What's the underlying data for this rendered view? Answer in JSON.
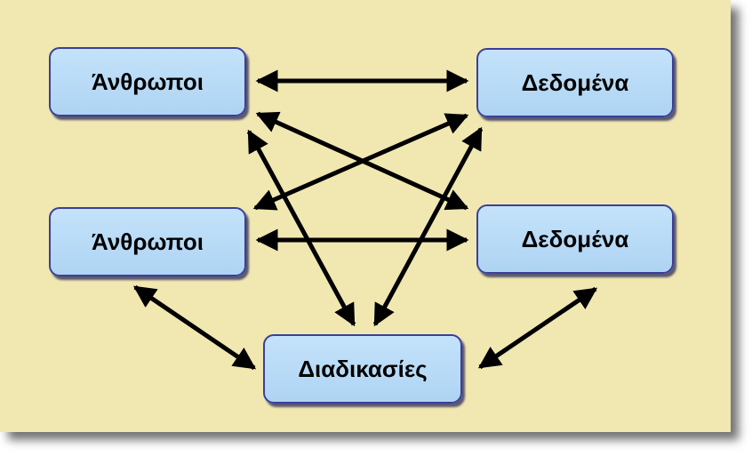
{
  "diagram": {
    "nodes": {
      "people_top": "Άνθρωποι",
      "data_top": "Δεδομένα",
      "people_mid": "Άνθρωποι",
      "data_mid": "Δεδομένα",
      "procedures": "Διαδικασίες"
    },
    "edges": [
      {
        "from": "people_top",
        "to": "data_top",
        "direction": "both"
      },
      {
        "from": "people_mid",
        "to": "data_mid",
        "direction": "both"
      },
      {
        "from": "people_top",
        "to": "data_mid",
        "direction": "both"
      },
      {
        "from": "data_top",
        "to": "people_mid",
        "direction": "both"
      },
      {
        "from": "people_top",
        "to": "procedures",
        "direction": "both"
      },
      {
        "from": "data_top",
        "to": "procedures",
        "direction": "both"
      },
      {
        "from": "people_mid",
        "to": "procedures",
        "direction": "both"
      },
      {
        "from": "data_mid",
        "to": "procedures",
        "direction": "both"
      }
    ],
    "colors": {
      "background": "#f1e7b1",
      "node_fill": "#b8dbf7",
      "node_border": "#3b3f9a",
      "arrow": "#000000"
    }
  }
}
